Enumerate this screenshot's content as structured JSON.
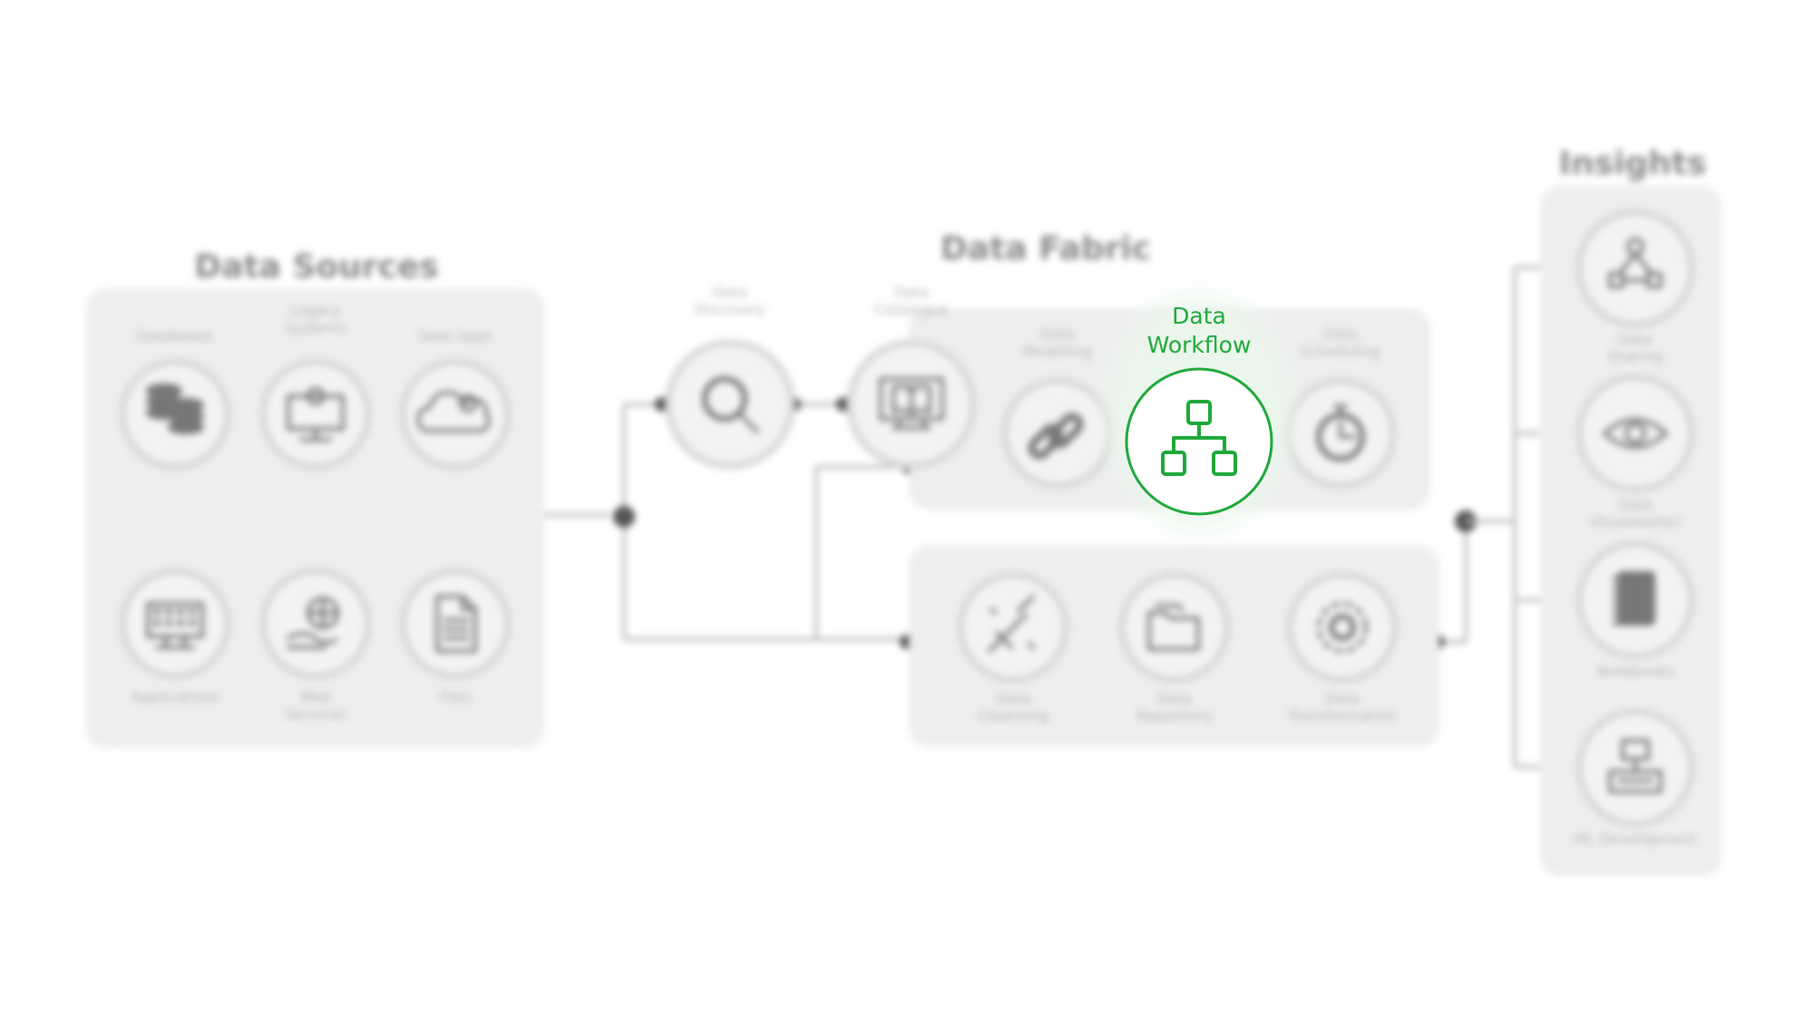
{
  "colors": {
    "panel": "#eeeeee",
    "circle_bg": "#f3f3f3",
    "circle_ring": "#d9d9d9",
    "line": "#bdbdbd",
    "dot": "#555555",
    "heading": "#8a8a8a",
    "label": "#b5b5b5",
    "icon": "#777777",
    "accent": "#1fa83a",
    "glow": "#eaf7ec"
  },
  "sections": {
    "sources": "Data Sources",
    "fabric": "Data Fabric",
    "insights": "Insights"
  },
  "sources": {
    "top": [
      {
        "label": [
          "Databases"
        ],
        "icon": "database-icon"
      },
      {
        "label": [
          "Legacy",
          "Systems"
        ],
        "icon": "legacy-system-icon"
      },
      {
        "label": [
          "Saas Apps"
        ],
        "icon": "cloud-gear-icon"
      }
    ],
    "bottom": [
      {
        "label": [
          "Applications"
        ],
        "icon": "application-icon"
      },
      {
        "label": [
          "Web",
          "Services"
        ],
        "icon": "web-services-icon"
      },
      {
        "label": [
          "Files"
        ],
        "icon": "file-icon"
      }
    ]
  },
  "fabric": {
    "discovery": {
      "label": [
        "Data",
        "Discovery"
      ],
      "icon": "search-icon"
    },
    "catalogue": {
      "label": [
        "Data",
        "Catalogue"
      ],
      "icon": "catalogue-icon"
    },
    "top": [
      {
        "label": [
          "Data",
          "Modelling"
        ],
        "icon": "link-icon"
      },
      {
        "label": [
          "Data",
          "Workflow"
        ],
        "icon": "workflow-icon",
        "highlighted": true
      },
      {
        "label": [
          "Data",
          "Scheduling"
        ],
        "icon": "stopwatch-icon"
      }
    ],
    "bottom": [
      {
        "label": [
          "Data",
          "Cleansing"
        ],
        "icon": "cleansing-icon"
      },
      {
        "label": [
          "Data",
          "Repository"
        ],
        "icon": "folder-icon"
      },
      {
        "label": [
          "Data",
          "Transformation"
        ],
        "icon": "transformation-gear-icon"
      }
    ]
  },
  "insights": [
    {
      "label": [
        "Data",
        "Sharing"
      ],
      "icon": "sharing-icon"
    },
    {
      "label": [
        "Data",
        "Visualisation"
      ],
      "icon": "eye-icon"
    },
    {
      "label": [
        "Notebooks"
      ],
      "icon": "notebook-icon"
    },
    {
      "label": [
        "ML Development"
      ],
      "icon": "ml-development-icon"
    }
  ]
}
